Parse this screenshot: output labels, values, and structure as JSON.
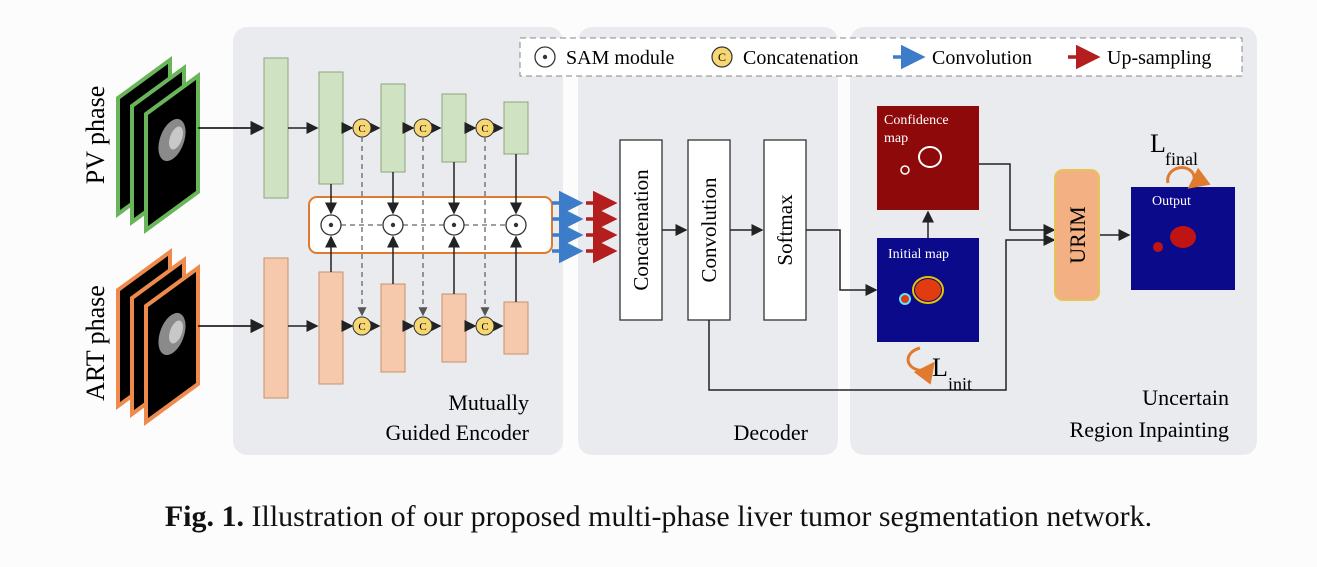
{
  "legend": {
    "sam": "SAM module",
    "concat": "Concatenation",
    "conv": "Convolution",
    "upsample": "Up-sampling",
    "concat_symbol": "C"
  },
  "inputs": {
    "pv": "PV phase",
    "art": "ART phase"
  },
  "panels": {
    "encoder_line1": "Mutually",
    "encoder_line2": "Guided Encoder",
    "decoder": "Decoder",
    "inpaint_line1": "Uncertain",
    "inpaint_line2": "Region Inpainting"
  },
  "decoder_blocks": {
    "concatenation": "Concatenation",
    "convolution": "Convolution",
    "softmax": "Softmax"
  },
  "maps": {
    "confidence_line1": "Confidence",
    "confidence_line2": "map",
    "initial": "Initial map",
    "output": "Output",
    "urim": "URIM"
  },
  "losses": {
    "final_main": "L",
    "final_sub": "final",
    "init_main": "L",
    "init_sub": "init"
  },
  "caption": {
    "label": "Fig. 1.",
    "text": " Illustration of our proposed multi-phase liver tumor segmentation network."
  },
  "colors": {
    "panel": "#e9ebee",
    "green_block": "#cfe3c3",
    "orange_block": "#f6c9ad",
    "pv_frame": "#69b65a",
    "art_frame": "#ee8b4c",
    "concat_fill": "#f7d774",
    "conv_arrow": "#3d7cc9",
    "upsample_arrow": "#b41e1e",
    "confidence_bg": "#8e0a0a",
    "map_bg": "#0a0a8a",
    "urim_fill": "#f2b083",
    "loss_arrow": "#e07a2e"
  }
}
